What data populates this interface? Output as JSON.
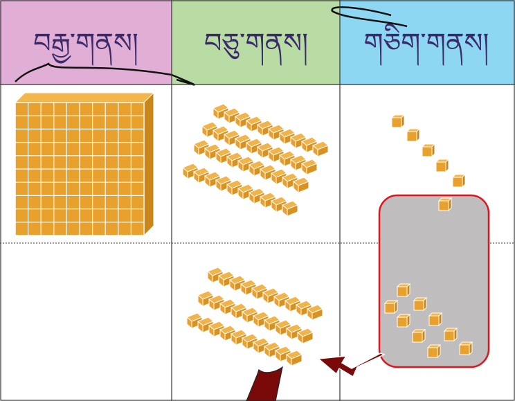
{
  "headers": [
    {
      "label": "བརྒྱ་གནས།",
      "color": "#e1aed6"
    },
    {
      "label": "བཅུ་གནས།",
      "color": "#b8dca4"
    },
    {
      "label": "གཅིག་གནས།",
      "color": "#8dd7f2"
    }
  ],
  "colors": {
    "cube_fill": "#e8a12c",
    "cube_line": "#ffffff",
    "tray_fill": "#bfbdbe",
    "tray_border": "#e0141a",
    "arrow": "#7a0a0a",
    "grid_line": "#333333"
  },
  "rows": [
    {
      "hundreds": 1,
      "tens": 4,
      "ones": 6
    },
    {
      "hundreds": 0,
      "tens": 3,
      "ones": 0
    }
  ],
  "tray": {
    "ones": 10
  },
  "annotations": [
    "regroup-arrow",
    "ten-ones-tray",
    "cross-out-slash"
  ]
}
